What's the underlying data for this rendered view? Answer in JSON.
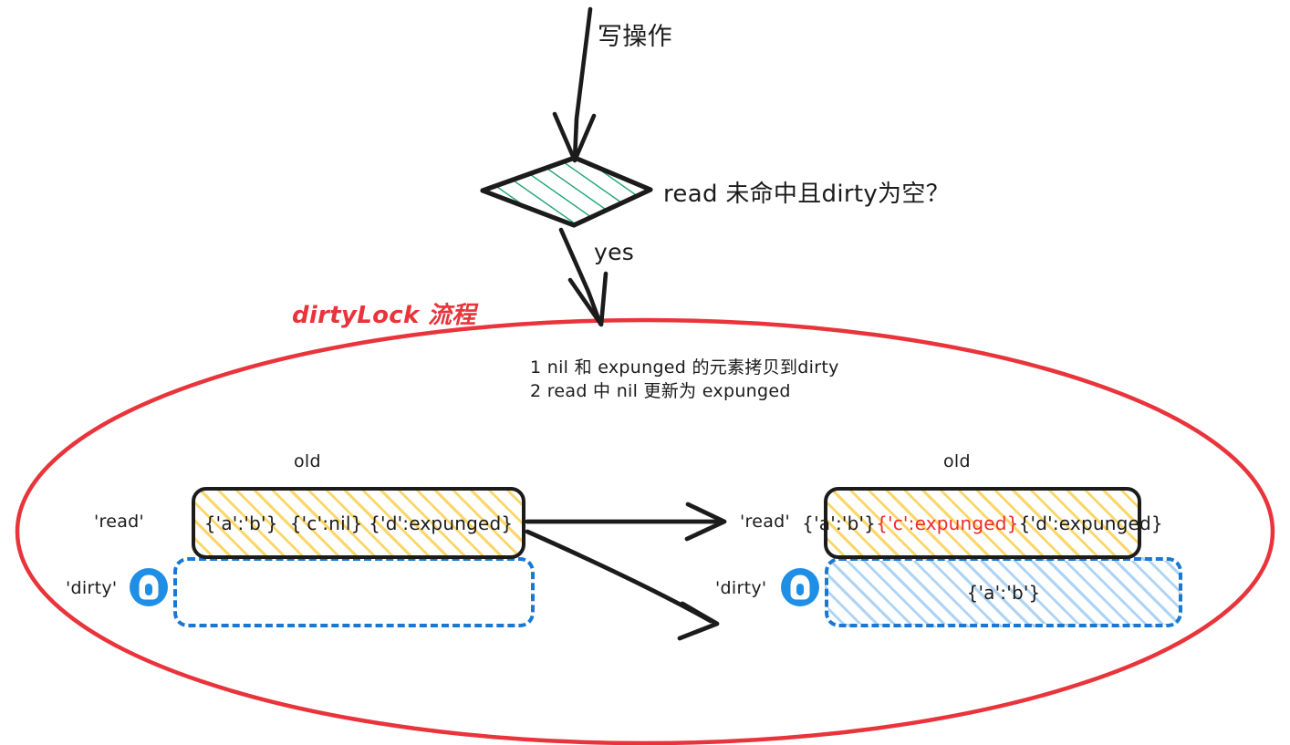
{
  "diagram": {
    "title_note": "dirtyLock flow for sync.Map write path",
    "entry_arrow_label": "写操作",
    "decision": {
      "name": "read-miss-and-dirty-empty-decision",
      "question": "read 未命中且dirty为空？",
      "branch_label": "yes",
      "fill_hatch_color": "#0d9b6c"
    },
    "process_region": {
      "label": "dirtyLock 流程",
      "label_color": "#e8343a",
      "border_color": "#e8343a",
      "steps": "1 nil 和 expunged 的元素拷贝到dirty\n2 read 中 nil 更新为 expunged"
    },
    "before_state": {
      "old_label": "old",
      "read_row_label": "'read'",
      "dirty_row_label": "'dirty'",
      "read_value": "{'a':'b'}  {'c':nil} {'d':expunged}",
      "dirty_value": "",
      "lock_icon": "lock-icon",
      "read_hatch_color": "#fbd76a",
      "dirty_border_color": "#1878d4"
    },
    "after_state": {
      "old_label": "old",
      "read_row_label": "'read'",
      "dirty_row_label": "'dirty'",
      "read_value_part1": "{'a':'b'}",
      "read_value_highlight": "{'c':expunged}",
      "read_value_part3": "{'d':expunged}",
      "highlight_color": "#ee2b2b",
      "dirty_value": "{'a':'b'}",
      "lock_icon": "lock-icon",
      "read_hatch_color": "#fbd76a",
      "dirty_hatch_color": "#aed4f5"
    }
  }
}
